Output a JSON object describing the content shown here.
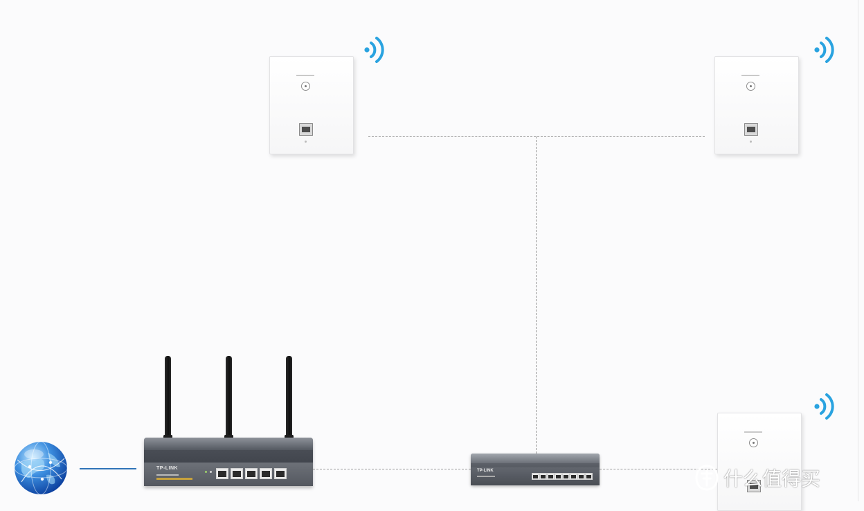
{
  "diagram": {
    "router": {
      "brand_text": "TP-LINK"
    },
    "switch": {
      "brand_text": "TP-LINK"
    }
  },
  "watermark": {
    "text": "什么值得买",
    "logo_icon": "smzdm-logo-icon"
  },
  "colors": {
    "background": "#fbfbfc",
    "wifi_blue": "#2aa3e0",
    "internet_line": "#2f73b8",
    "network_link": "#9a9a9a"
  }
}
